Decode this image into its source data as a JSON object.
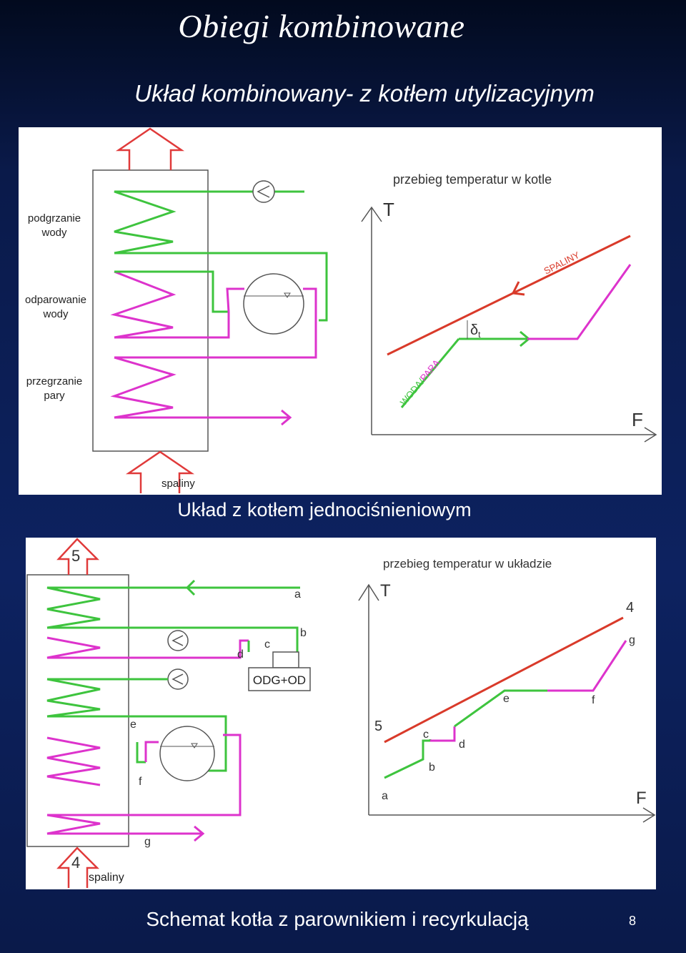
{
  "header": {
    "title": "Obiegi kombinowane",
    "subtitle": "Układ kombinowany- z kotłem utylizacyjnym"
  },
  "diagram1": {
    "labels": {
      "podgrzanie_1": "podgrzanie",
      "podgrzanie_2": "wody",
      "odparowanie_1": "odparowanie",
      "odparowanie_2": "wody",
      "przegrzanie_1": "przegrzanie",
      "przegrzanie_2": "pary",
      "spaliny": "spaliny",
      "chart_title": "przebieg temperatur w kotle",
      "axis_t": "T",
      "axis_f": "F",
      "spaliny_line": "SPALINY",
      "woda_line": "WODA/",
      "para_line": "PARA",
      "delta": "δ",
      "delta_sub": "t"
    }
  },
  "caption2": "Układ z kotłem jednociśnieniowym",
  "diagram2": {
    "labels": {
      "top_arrow": "5",
      "bottom_arrow": "4",
      "spaliny": "spaliny",
      "odg": "ODG+OD",
      "a": "a",
      "b": "b",
      "c": "c",
      "d": "d",
      "e": "e",
      "f": "f",
      "g": "g",
      "chart_title": "przebieg temperatur w układzie",
      "axis_t": "T",
      "axis_f": "F",
      "c4": "4",
      "c5": "5",
      "ca": "a",
      "cb": "b",
      "cc": "c",
      "cd": "d",
      "ce": "e",
      "cf": "f",
      "cg": "g"
    }
  },
  "caption3": "Schemat kotła z parownikiem i recyrkulacją",
  "page_number": "8",
  "colors": {
    "green": "#3ec43e",
    "magenta": "#dd33cc",
    "red": "#d93a2a",
    "arrow_red": "#e03a3a"
  }
}
